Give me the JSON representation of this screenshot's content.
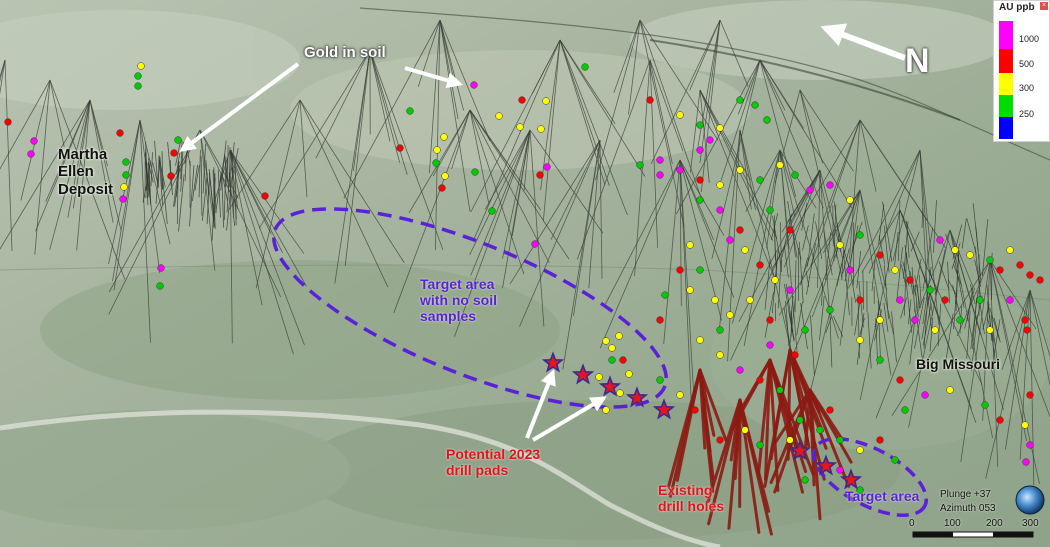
{
  "labels": {
    "gold_in_soil": "Gold in soil",
    "north": "N",
    "martha_ellen": "Martha\nEllen\nDeposit",
    "target_no_soil": "Target area\nwith no soil\nsamples",
    "potential_pads": "Potential 2023\ndrill pads",
    "existing_holes": "Existing\ndrill holes",
    "target_area": "Target area",
    "big_missouri": "Big Missouri"
  },
  "legend": {
    "title": "AU ppb",
    "items": [
      {
        "value": "1000",
        "color": "#ff00ff"
      },
      {
        "value": "500",
        "color": "#ff0000"
      },
      {
        "value": "300",
        "color": "#ffff00"
      },
      {
        "value": "250",
        "color": "#00dd00"
      },
      {
        "value": "",
        "color": "#0000ff"
      }
    ]
  },
  "view": {
    "plunge": "Plunge +37",
    "azimuth": "Azimuth 053"
  },
  "scale_bar": {
    "ticks": [
      "0",
      "100",
      "200",
      "300"
    ]
  },
  "colors": {
    "magenta": "#ff00ff",
    "red": "#ff0000",
    "yellow": "#ffff00",
    "green": "#00cc00",
    "annotation_purple": "#5a22d6",
    "annotation_red": "#e0141e",
    "existing_holes": "#8b1a12"
  }
}
